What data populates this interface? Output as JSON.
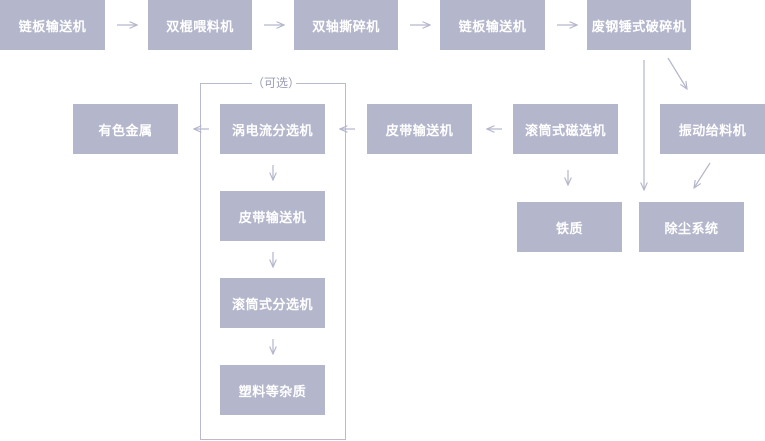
{
  "diagram": {
    "row1": {
      "chain_conveyor_1": "链板输送机",
      "twin_roll_feeder": "双棍喂料机",
      "twin_shaft_shredder": "双轴撕碎机",
      "chain_conveyor_2": "链板输送机",
      "scrap_hammer_crusher": "废钢锤式破碎机"
    },
    "row2": {
      "nonferrous_metal": "有色金属",
      "eddy_current_separator": "涡电流分选机",
      "belt_conveyor_1": "皮带输送机",
      "drum_magnetic_separator": "滚筒式磁选机",
      "vibrating_feeder": "振动给料机"
    },
    "optional_group": {
      "label": "（可选）",
      "belt_conveyor_2": "皮带输送机",
      "drum_separator": "滚筒式分选机",
      "plastic_impurities": "塑料等杂质"
    },
    "row3": {
      "iron": "铁质",
      "dust_removal_system": "除尘系统"
    },
    "colors": {
      "box_fill": "#b4b6cc",
      "box_text": "#ffffff",
      "arrow": "#b4b6cc"
    }
  }
}
